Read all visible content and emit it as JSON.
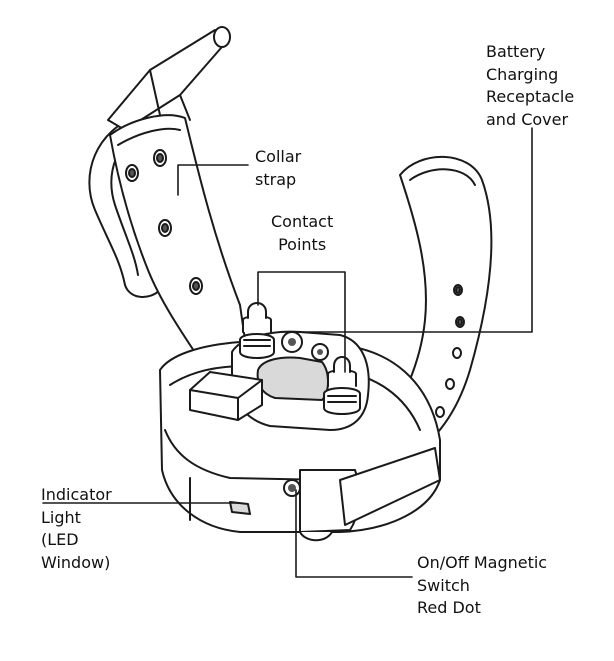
{
  "diagram": {
    "labels": {
      "collar_strap": "Collar\nstrap",
      "contact_points": "Contact\nPoints",
      "battery": "Battery\nCharging\nReceptacle\nand Cover",
      "indicator": "Indicator\nLight\n(LED\nWindow)",
      "switch": "On/Off Magnetic\nSwitch\nRed Dot"
    },
    "colors": {
      "stroke": "#1a1a1a",
      "fill": "#ffffff",
      "shade": "#d9d9d9",
      "dark": "#555555"
    }
  }
}
